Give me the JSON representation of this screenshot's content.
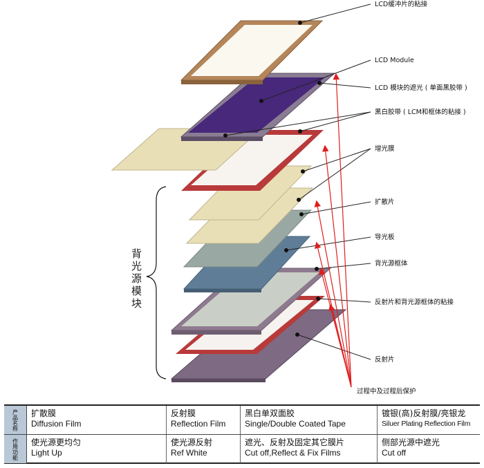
{
  "labels": {
    "lcd_buffer": "LCD缓冲片的粘接",
    "lcd_module": "LCD Module",
    "lcd_shading": "LCD 模块的遮光 ( 单面黑胶带 )",
    "bw_tape": "黑白胶带 ( LCM和框体的粘接 )",
    "brightness_film": "增光膜",
    "diffuser": "扩散片",
    "light_guide": "导光板",
    "backlight_frame": "背光源框体",
    "reflector_bond": "反射片和背光源框体的粘接",
    "reflector": "反射片",
    "protection": "过程中及过程后保护"
  },
  "side_label": [
    "背",
    "光",
    "源",
    "模",
    "块"
  ],
  "table": {
    "row1_header": "产品名称",
    "row2_header": "作用功能",
    "products": [
      {
        "zh": "扩散膜",
        "en": "Diffusion Film"
      },
      {
        "zh": "反射膜",
        "en": "Reflection Film"
      },
      {
        "zh": "黑白单双面胶",
        "en": "Single/Double Coated Tape"
      },
      {
        "zh": "镀银(高)反射膜/亮银龙",
        "en": "Siluer Plating Reflection Film"
      }
    ],
    "functions": [
      {
        "zh": "使光源更均匀",
        "en": "Light Up"
      },
      {
        "zh": "使光源反射",
        "en": "Ref White"
      },
      {
        "zh": "遮光、反射及固定其它膜片",
        "en": "Cut off,Reflect & Fix Films"
      },
      {
        "zh": "侧部光源中遮光",
        "en": "Cut off"
      }
    ]
  },
  "colors": {
    "arrow_red": "#e01e1e",
    "frame_brown": "#b4865a",
    "module_purple": "#4a2a78",
    "tape_red": "#b83a3a",
    "film_cream": "#e9dfb6",
    "guide_blue": "#5a7890",
    "frame_mauve": "#8e7a8e",
    "table_header": "#b9c8d6"
  }
}
